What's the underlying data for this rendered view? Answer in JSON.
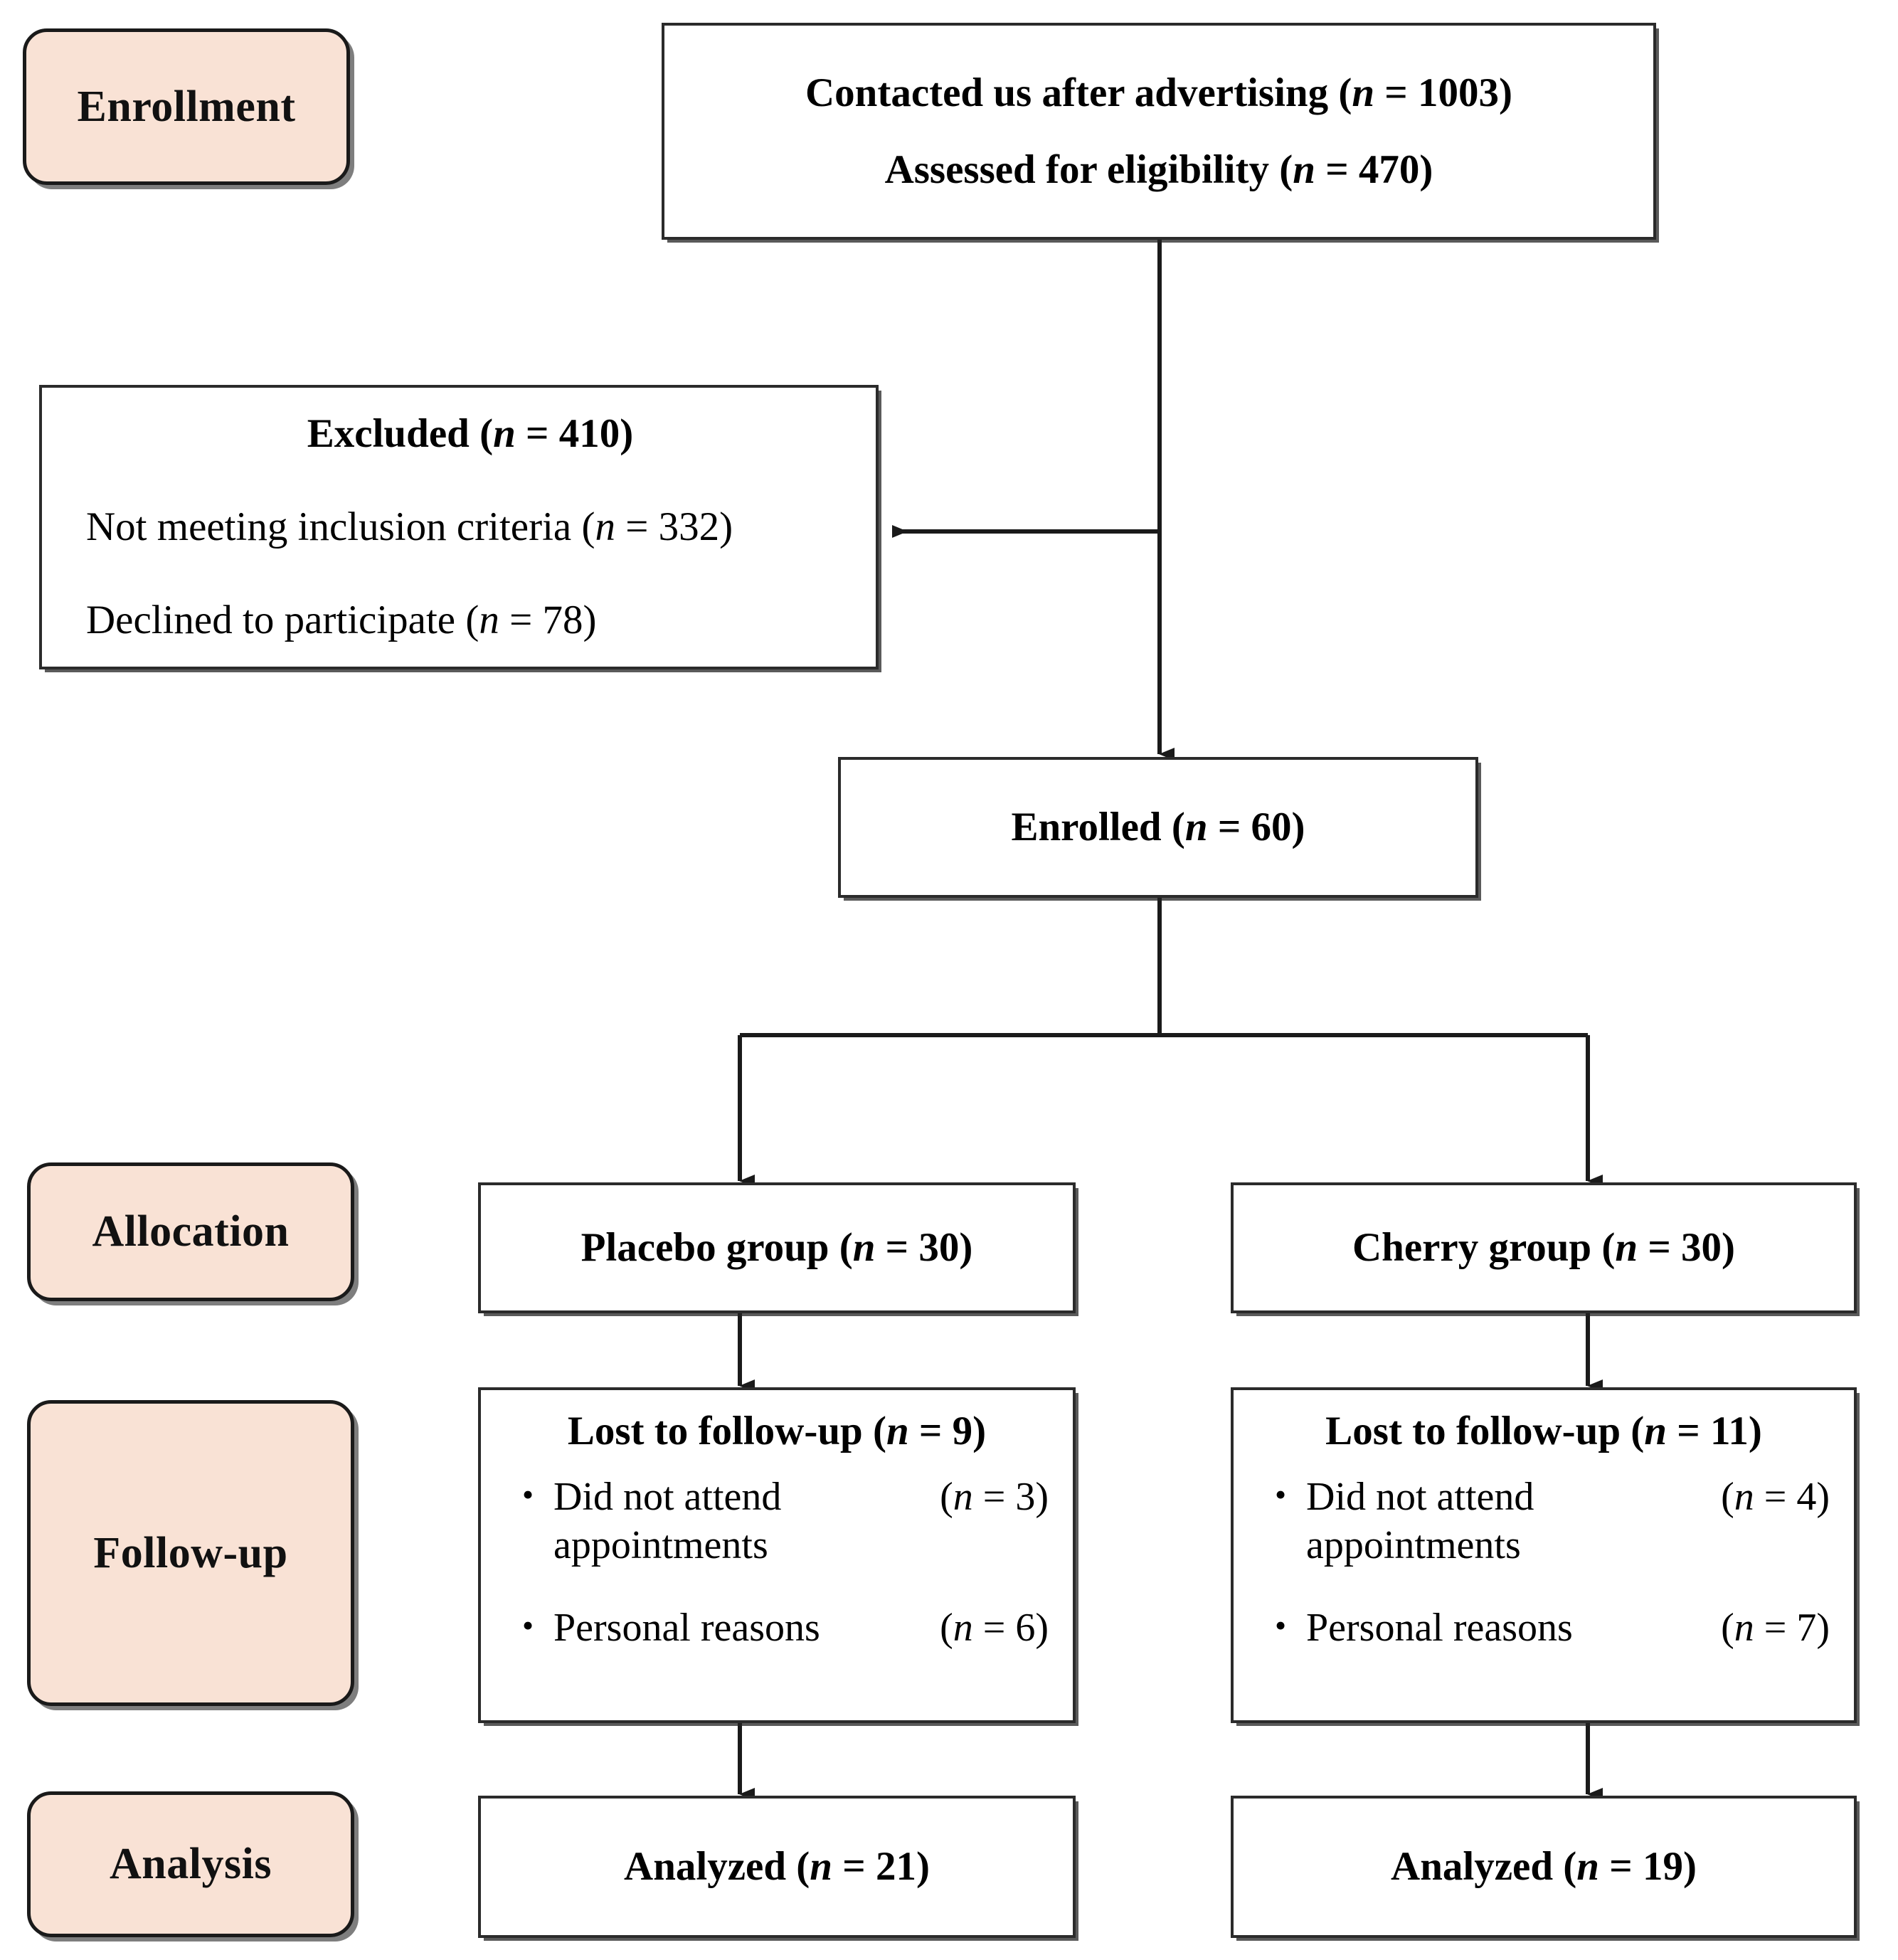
{
  "diagram": {
    "title": "CONSORT participant flow diagram",
    "accent_pink": "#f9e2d5",
    "line_color": "#2b2b2b",
    "stages": [
      {
        "id": "enrollment",
        "label": "Enrollment"
      },
      {
        "id": "allocation",
        "label": "Allocation"
      },
      {
        "id": "followup",
        "label": "Follow-up"
      },
      {
        "id": "analysis",
        "label": "Analysis"
      }
    ],
    "boxes": {
      "screening": {
        "line1_text": "Contacted us after advertising (",
        "line1_n": "n",
        "line1_eq": " = 1003)",
        "line2_text": "Assessed for eligibility (",
        "line2_n": "n",
        "line2_eq": " = 470)"
      },
      "excluded": {
        "heading_text": "Excluded (",
        "heading_n": "n",
        "heading_eq": " = 410)",
        "reason1_text": "Not meeting inclusion criteria (",
        "reason1_n": "n",
        "reason1_eq": " = 332)",
        "reason2_text": "Declined to participate (",
        "reason2_n": "n",
        "reason2_eq": " = 78)"
      },
      "enrolled": {
        "text": "Enrolled (",
        "n": "n",
        "eq": " = 60)"
      },
      "placebo_alloc": {
        "text": "Placebo group (",
        "n": "n",
        "eq": " = 30)"
      },
      "cherry_alloc": {
        "text": "Cherry group (",
        "n": "n",
        "eq": " = 30)"
      },
      "placebo_followup": {
        "heading_text": "Lost to follow-up (",
        "heading_n": "n",
        "heading_eq": " = 9)",
        "items": [
          {
            "bullet": "•",
            "label": "Did not attend\nappointments",
            "n_open": "(",
            "n_italic": "n",
            "n_close": " = 3)"
          },
          {
            "bullet": "•",
            "label": "Personal reasons",
            "n_open": "(",
            "n_italic": "n",
            "n_close": " = 6)"
          }
        ]
      },
      "cherry_followup": {
        "heading_text": "Lost to follow-up (",
        "heading_n": "n",
        "heading_eq": " = 11)",
        "items": [
          {
            "bullet": "•",
            "label": "Did not attend\nappointments",
            "n_open": "(",
            "n_italic": "n",
            "n_close": " = 4)"
          },
          {
            "bullet": "•",
            "label": "Personal reasons",
            "n_open": "(",
            "n_italic": "n",
            "n_close": " = 7)"
          }
        ]
      },
      "placebo_analyzed": {
        "text": "Analyzed (",
        "n": "n",
        "eq": " = 21)"
      },
      "cherry_analyzed": {
        "text": "Analyzed (",
        "n": "n",
        "eq": " = 19)"
      }
    }
  },
  "chart_data": {
    "type": "diagram",
    "title": "CONSORT flow diagram",
    "nodes": [
      {
        "id": "contacted",
        "label": "Contacted us after advertising",
        "n": 1003
      },
      {
        "id": "assessed",
        "label": "Assessed for eligibility",
        "n": 470
      },
      {
        "id": "excluded",
        "label": "Excluded",
        "n": 410
      },
      {
        "id": "not_meeting",
        "label": "Not meeting inclusion criteria",
        "n": 332
      },
      {
        "id": "declined",
        "label": "Declined to participate",
        "n": 78
      },
      {
        "id": "enrolled",
        "label": "Enrolled",
        "n": 60
      },
      {
        "id": "placebo_alloc",
        "label": "Placebo group",
        "n": 30
      },
      {
        "id": "cherry_alloc",
        "label": "Cherry group",
        "n": 30
      },
      {
        "id": "placebo_lost",
        "label": "Lost to follow-up (Placebo)",
        "n": 9
      },
      {
        "id": "placebo_lost_appt",
        "label": "Did not attend appointments (Placebo)",
        "n": 3
      },
      {
        "id": "placebo_lost_personal",
        "label": "Personal reasons (Placebo)",
        "n": 6
      },
      {
        "id": "cherry_lost",
        "label": "Lost to follow-up (Cherry)",
        "n": 11
      },
      {
        "id": "cherry_lost_appt",
        "label": "Did not attend appointments (Cherry)",
        "n": 4
      },
      {
        "id": "cherry_lost_personal",
        "label": "Personal reasons (Cherry)",
        "n": 7
      },
      {
        "id": "placebo_analyzed",
        "label": "Analyzed (Placebo)",
        "n": 21
      },
      {
        "id": "cherry_analyzed",
        "label": "Analyzed (Cherry)",
        "n": 19
      }
    ],
    "edges": [
      {
        "from": "assessed",
        "to": "excluded"
      },
      {
        "from": "assessed",
        "to": "enrolled"
      },
      {
        "from": "enrolled",
        "to": "placebo_alloc"
      },
      {
        "from": "enrolled",
        "to": "cherry_alloc"
      },
      {
        "from": "placebo_alloc",
        "to": "placebo_lost"
      },
      {
        "from": "cherry_alloc",
        "to": "cherry_lost"
      },
      {
        "from": "placebo_lost",
        "to": "placebo_analyzed"
      },
      {
        "from": "cherry_lost",
        "to": "cherry_analyzed"
      }
    ],
    "stages": [
      "Enrollment",
      "Allocation",
      "Follow-up",
      "Analysis"
    ]
  }
}
